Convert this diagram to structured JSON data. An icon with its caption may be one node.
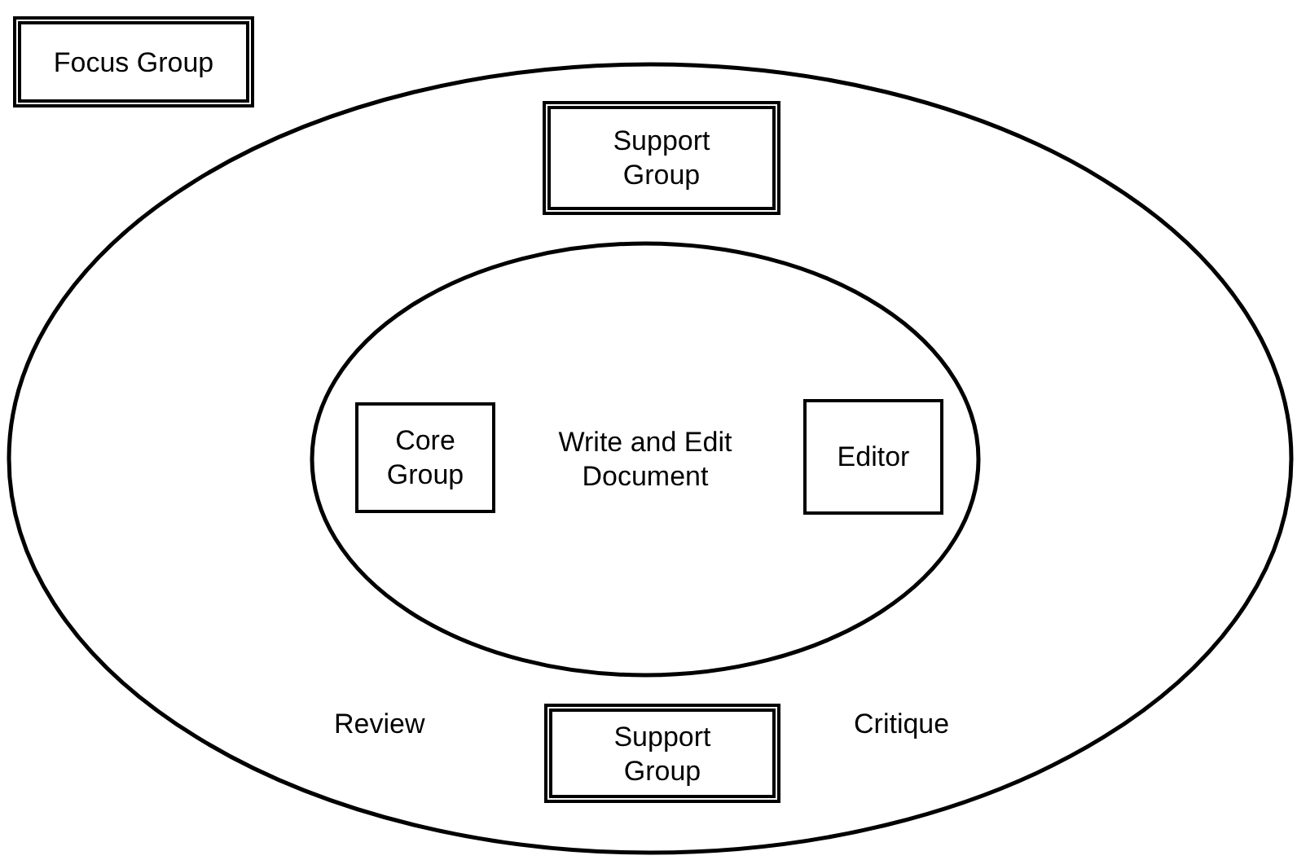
{
  "diagram": {
    "nodes": [
      {
        "text": [
          "Focus Group"
        ]
      },
      {
        "text": [],
        "shape": "ellipse"
      },
      {
        "text": [
          "Support Group"
        ],
        "in": 1
      },
      {
        "text": [
          "Write and Edit Document"
        ],
        "in": 1
      },
      {
        "text": [
          "Core Group"
        ],
        "in": 3
      },
      {
        "text": [
          "Editor"
        ],
        "in": 3
      },
      {
        "text": [
          "Support Group"
        ],
        "in": 1
      }
    ],
    "edges": [],
    "labels": [
      "Review",
      "Critique"
    ]
  }
}
